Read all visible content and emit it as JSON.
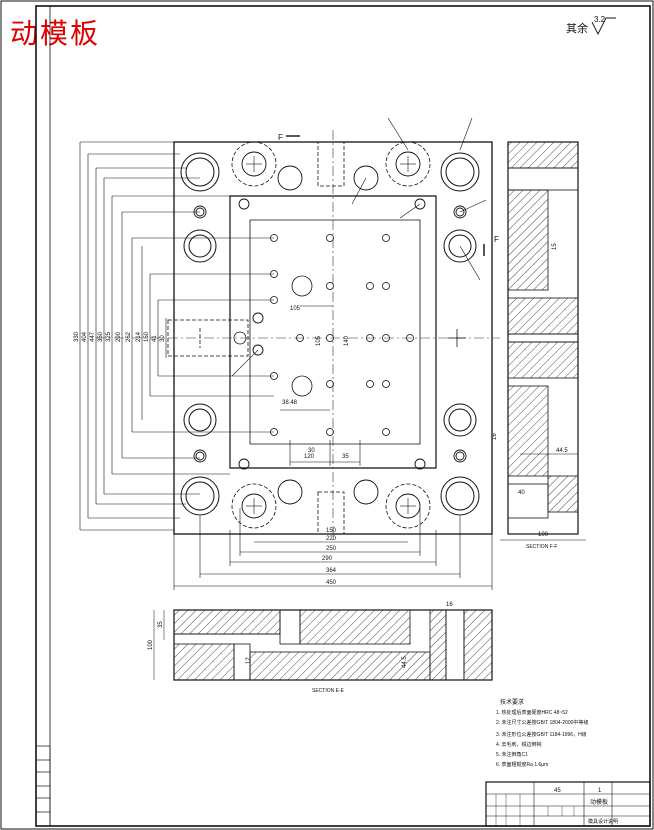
{
  "title": "动模板",
  "roughness": {
    "label": "其余",
    "value": "3.2"
  },
  "section_ff_label": "SECTION F-F",
  "section_ee_label": "SECTION E-E",
  "section_marker": "F",
  "dims": {
    "horizontal": [
      "450",
      "364",
      "290",
      "250",
      "220",
      "150",
      "120",
      "30",
      "35",
      "38.48",
      "105"
    ],
    "vertical": [
      "330",
      "404",
      "447",
      "350",
      "325",
      "290",
      "252",
      "214",
      "150",
      "41",
      "30",
      "105",
      "140"
    ],
    "ff": [
      "100",
      "44.5",
      "40",
      "16",
      "15"
    ],
    "ee": [
      "100",
      "35",
      "12",
      "44.5",
      "16"
    ]
  },
  "notes": {
    "heading": "技术要求",
    "items": [
      "1. 热处理后表面硬度HRC 48~52",
      "2. 未注尺寸公差按GB/T 1804-2000中等级",
      "3. 未注形位公差按GB/T 1184-1996，H级",
      "4. 去毛刺，锐边倒钝",
      "5. 未注倒角C1",
      "6. 表面粗糙度Ra 1.6μm"
    ]
  },
  "title_block": {
    "material": "45",
    "part_name": "动模板",
    "sheet": "1",
    "drawing_no": "模具设计说明"
  },
  "left_strip": [
    "",
    "",
    "",
    "",
    "",
    ""
  ]
}
